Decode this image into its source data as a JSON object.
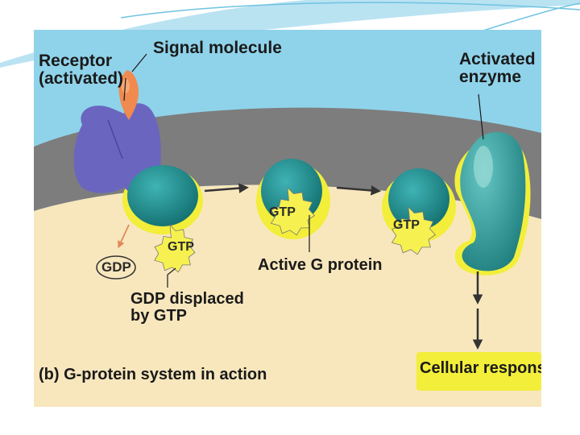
{
  "colors": {
    "extracellular": "#8fd3ea",
    "membrane": "#7d7d7d",
    "cytoplasm": "#f8e7bd",
    "receptor": "#6a66bf",
    "signal_molecule": "#f08a4f",
    "g_protein": "#1f8f8f",
    "enzyme": "#2a9a96",
    "highlight": "#f2ee3a",
    "gtp_star": "#f6f150",
    "arrow": "#333333"
  },
  "icons": [
    "gtp-starburst-icon",
    "process-arrow-icon"
  ],
  "labels": {
    "signal_molecule": "Signal molecule",
    "receptor": "Receptor\n(activated)",
    "activated_enzyme": "Activated\nenzyme",
    "gdp": "GDP",
    "gtp_1": "GTP",
    "gtp_2": "GTP",
    "gtp_3": "GTP",
    "active_g_protein": "Active G protein",
    "gdp_displaced": "GDP displaced\nby GTP",
    "cellular_response": "Cellular response",
    "caption": "(b) G-protein system in action"
  }
}
